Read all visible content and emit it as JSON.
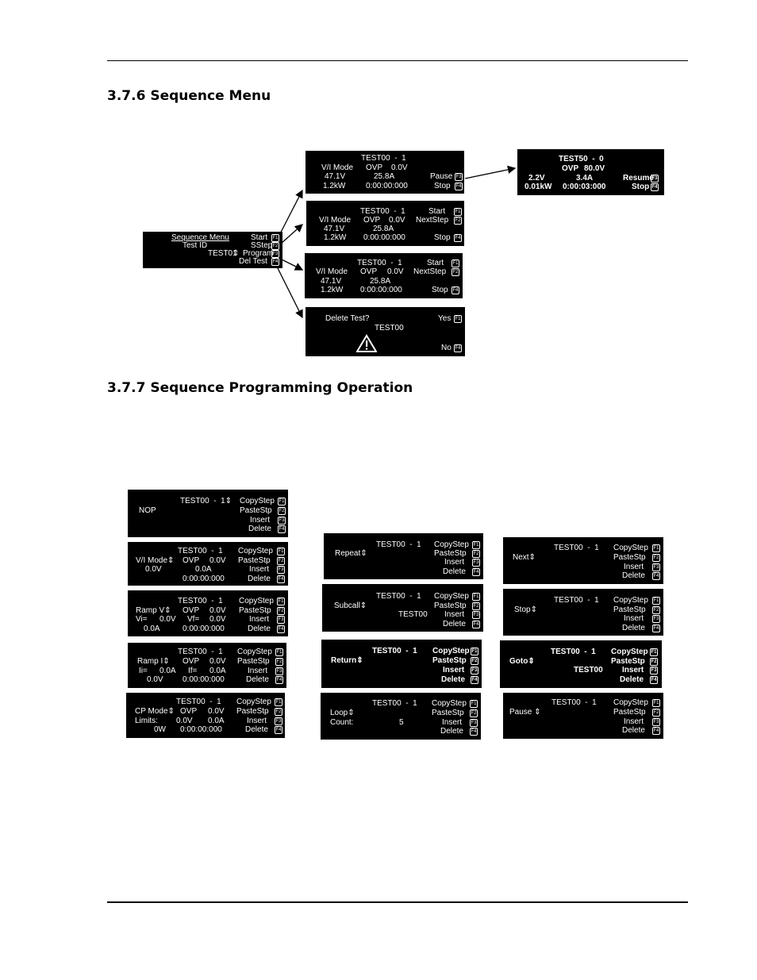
{
  "headings": {
    "seq_menu": "3.7.6 Sequence Menu",
    "seq_prog": "3.7.7 Sequence Programming Operation"
  },
  "keys": {
    "f1": "F1",
    "f2": "F2",
    "f3": "F3",
    "f4": "F4"
  },
  "menu": {
    "title": "Sequence Menu",
    "test_id": "Test ID",
    "test": "TEST01",
    "updown": "⇕",
    "start": "Start",
    "sstep": "SStep",
    "program": "Program",
    "deltest": "Del Test"
  },
  "run1": {
    "title": "TEST00  -  1",
    "mode": "V/I Mode",
    "ovp": "OVP",
    "ovpv": "0.0V",
    "v": "47.1V",
    "a": "25.8A",
    "w": "1.2kW",
    "time": "0:00:00:000",
    "pause": "Pause",
    "stop": "Stop"
  },
  "paused": {
    "title": "TEST50  -  0",
    "ovp": "OVP",
    "ovpv": "80.0V",
    "v": "2.2V",
    "a": "3.4A",
    "w": "0.01kW",
    "time": "0:00:03:000",
    "resume": "Resume",
    "stop": "Stop"
  },
  "run2": {
    "title": "TEST00  -  1",
    "mode": "V/I Mode",
    "ovp": "OVP",
    "ovpv": "0.0V",
    "v": "47.1V",
    "a": "25.8A",
    "w": "1.2kW",
    "time": "0:00:00:000",
    "start": "Start",
    "next": "NextStep",
    "stop": "Stop"
  },
  "run3": {
    "title": "TEST00  -  1",
    "mode": "V/I Mode",
    "ovp": "OVP",
    "ovpv": "0.0V",
    "v": "47.1V",
    "a": "25.8A",
    "w": "1.2kW",
    "time": "0:00:00:000",
    "start": "Start",
    "next": "NextStep",
    "stop": "Stop"
  },
  "del": {
    "q": "Delete Test?",
    "test": "TEST00",
    "yes": "Yes",
    "no": "No"
  },
  "prog": {
    "copy": "CopyStep",
    "paste": "PasteStp",
    "insert": "Insert",
    "delete": "Delete",
    "title": "TEST00  -  1",
    "title1": "TEST00  -  1⇕",
    "nop": "NOP",
    "vi": {
      "mode": "V/I Mode⇕",
      "ovp": "OVP",
      "ovpv": "0.0V",
      "v": "0.0V",
      "a": "0.0A",
      "time": "0:00:00:000"
    },
    "rampv": {
      "mode": "Ramp V⇕",
      "ovp": "OVP",
      "ovpv": "0.0V",
      "vi": "Vi=",
      "viv": "0.0V",
      "vf": "Vf=",
      "vfv": "0.0V",
      "a": "0.0A",
      "time": "0:00:00:000"
    },
    "rampi": {
      "mode": "Ramp I⇕",
      "ovp": "OVP",
      "ovpv": "0.0V",
      "ii": "Ii=",
      "iiv": "0.0A",
      "if": "If=",
      "ifv": "0.0A",
      "v": "0.0V",
      "time": "0:00:00:000"
    },
    "cp": {
      "mode": "CP Mode⇕",
      "ovp": "OVP",
      "ovpv": "0.0V",
      "limits": "Limits:",
      "lv": "0.0V",
      "la": "0.0A",
      "w": "0W",
      "time": "0:00:00:000"
    },
    "repeat": "Repeat⇕",
    "subcall": "Subcall⇕",
    "sub_test": "TEST00",
    "return": "Return⇕",
    "loop": "Loop⇕",
    "count": "Count:",
    "count_v": "5",
    "next": "Next⇕",
    "stop": "Stop⇕",
    "goto": "Goto⇕",
    "goto_test": "TEST00",
    "pause": "Pause ⇕"
  }
}
